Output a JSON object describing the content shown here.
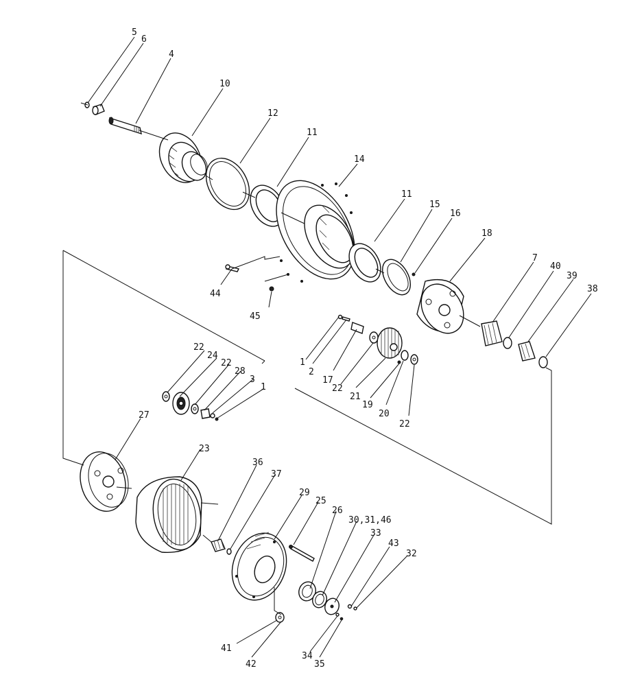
{
  "callouts": [
    {
      "id": "c5",
      "text": "5"
    },
    {
      "id": "c6",
      "text": "6"
    },
    {
      "id": "c4",
      "text": "4"
    },
    {
      "id": "c10",
      "text": "10"
    },
    {
      "id": "c12",
      "text": "12"
    },
    {
      "id": "c11a",
      "text": "11"
    },
    {
      "id": "c14",
      "text": "14"
    },
    {
      "id": "c11b",
      "text": "11"
    },
    {
      "id": "c15",
      "text": "15"
    },
    {
      "id": "c16",
      "text": "16"
    },
    {
      "id": "c18",
      "text": "18"
    },
    {
      "id": "c7",
      "text": "7"
    },
    {
      "id": "c40",
      "text": "40"
    },
    {
      "id": "c39",
      "text": "39"
    },
    {
      "id": "c38",
      "text": "38"
    },
    {
      "id": "c44",
      "text": "44"
    },
    {
      "id": "c45",
      "text": "45"
    },
    {
      "id": "c1a",
      "text": "1"
    },
    {
      "id": "c2",
      "text": "2"
    },
    {
      "id": "c17",
      "text": "17"
    },
    {
      "id": "c22a",
      "text": "22"
    },
    {
      "id": "c21",
      "text": "21"
    },
    {
      "id": "c19",
      "text": "19"
    },
    {
      "id": "c20",
      "text": "20"
    },
    {
      "id": "c22b",
      "text": "22"
    },
    {
      "id": "c22c",
      "text": "22"
    },
    {
      "id": "c24",
      "text": "24"
    },
    {
      "id": "c22d",
      "text": "22"
    },
    {
      "id": "c28",
      "text": "28"
    },
    {
      "id": "c3",
      "text": "3"
    },
    {
      "id": "c1b",
      "text": "1"
    },
    {
      "id": "c27",
      "text": "27"
    },
    {
      "id": "c23",
      "text": "23"
    },
    {
      "id": "c36",
      "text": "36"
    },
    {
      "id": "c37",
      "text": "37"
    },
    {
      "id": "c29",
      "text": "29"
    },
    {
      "id": "c25",
      "text": "25"
    },
    {
      "id": "c26",
      "text": "26"
    },
    {
      "id": "c30",
      "text": "30,31,46"
    },
    {
      "id": "c33",
      "text": "33"
    },
    {
      "id": "c43",
      "text": "43"
    },
    {
      "id": "c32",
      "text": "32"
    },
    {
      "id": "c41",
      "text": "41"
    },
    {
      "id": "c42",
      "text": "42"
    },
    {
      "id": "c34",
      "text": "34"
    },
    {
      "id": "c35",
      "text": "35"
    }
  ]
}
